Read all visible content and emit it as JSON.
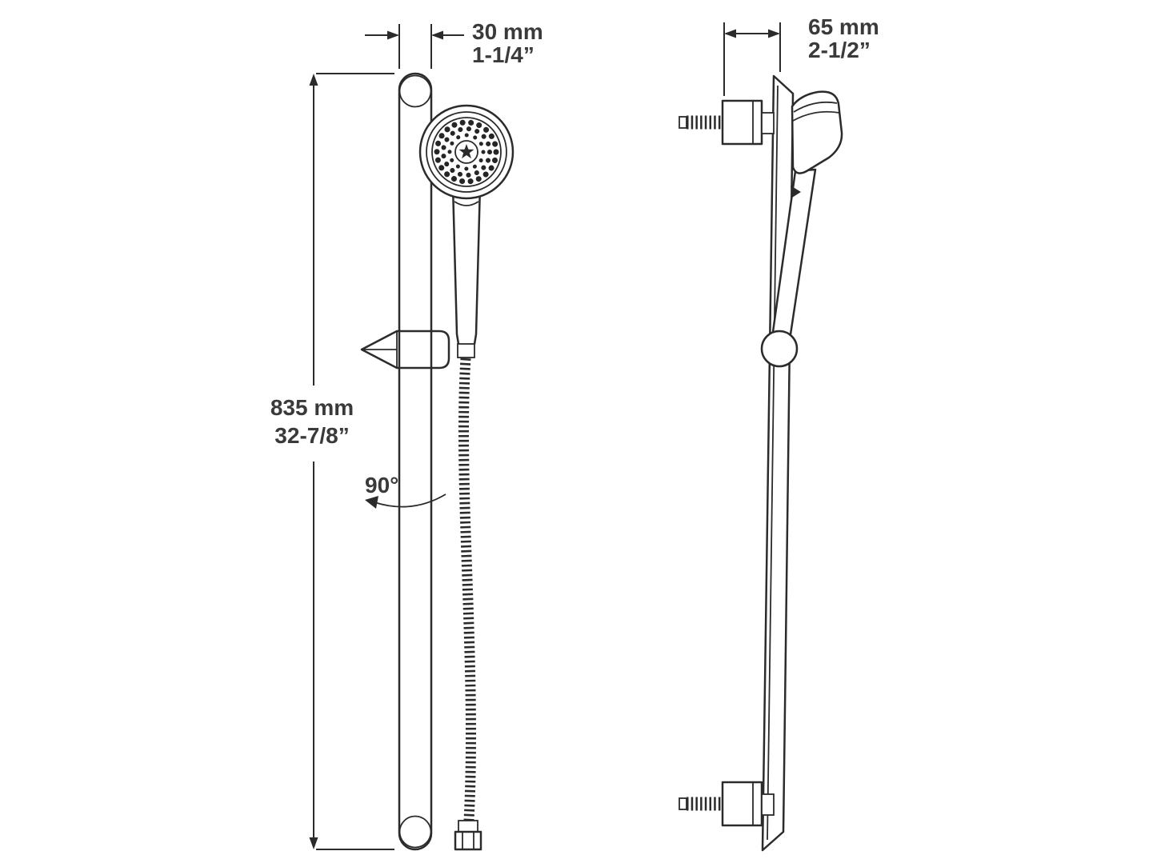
{
  "drawing": {
    "front_view": {
      "width_dim": {
        "metric": "30 mm",
        "imperial": "1-1/4”"
      },
      "height_dim": {
        "metric": "835 mm",
        "imperial": "32-7/8”"
      },
      "swivel_angle": "90°"
    },
    "side_view": {
      "depth_dim": {
        "metric": "65 mm",
        "imperial": "2-1/2”"
      }
    },
    "colors": {
      "line": "#2b2b2b",
      "text": "#3a3a3a",
      "background": "#ffffff"
    }
  }
}
